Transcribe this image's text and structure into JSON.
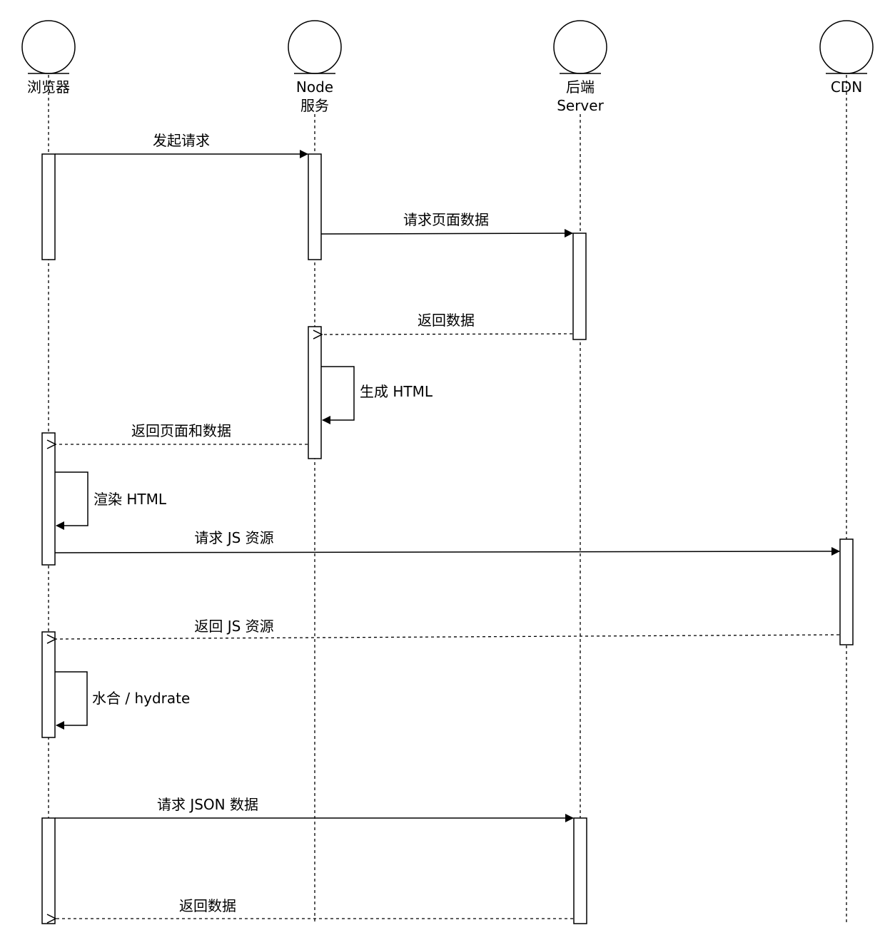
{
  "participants": [
    {
      "id": "browser",
      "name_lines": [
        "浏览器"
      ]
    },
    {
      "id": "node",
      "name_lines": [
        "Node",
        "服务"
      ]
    },
    {
      "id": "backend",
      "name_lines": [
        "后端",
        "Server"
      ]
    },
    {
      "id": "cdn",
      "name_lines": [
        "CDN"
      ]
    }
  ],
  "messages": [
    {
      "id": "m1",
      "label": "发起请求",
      "from": "browser",
      "to": "node",
      "kind": "sync"
    },
    {
      "id": "m2",
      "label": "请求页面数据",
      "from": "node",
      "to": "backend",
      "kind": "sync"
    },
    {
      "id": "m3",
      "label": "返回数据",
      "from": "backend",
      "to": "node",
      "kind": "return"
    },
    {
      "id": "m4",
      "label": "生成 HTML",
      "from": "node",
      "to": "node",
      "kind": "self"
    },
    {
      "id": "m5",
      "label": "返回页面和数据",
      "from": "node",
      "to": "browser",
      "kind": "return"
    },
    {
      "id": "m6",
      "label": "渲染 HTML",
      "from": "browser",
      "to": "browser",
      "kind": "self"
    },
    {
      "id": "m7",
      "label": "请求 JS 资源",
      "from": "browser",
      "to": "cdn",
      "kind": "sync"
    },
    {
      "id": "m8",
      "label": "返回 JS 资源",
      "from": "cdn",
      "to": "browser",
      "kind": "return"
    },
    {
      "id": "m9",
      "label": "水合 / hydrate",
      "from": "browser",
      "to": "browser",
      "kind": "self"
    },
    {
      "id": "m10",
      "label": "请求 JSON 数据",
      "from": "browser",
      "to": "backend",
      "kind": "sync"
    },
    {
      "id": "m11",
      "label": "返回数据",
      "from": "backend",
      "to": "browser",
      "kind": "return"
    }
  ]
}
